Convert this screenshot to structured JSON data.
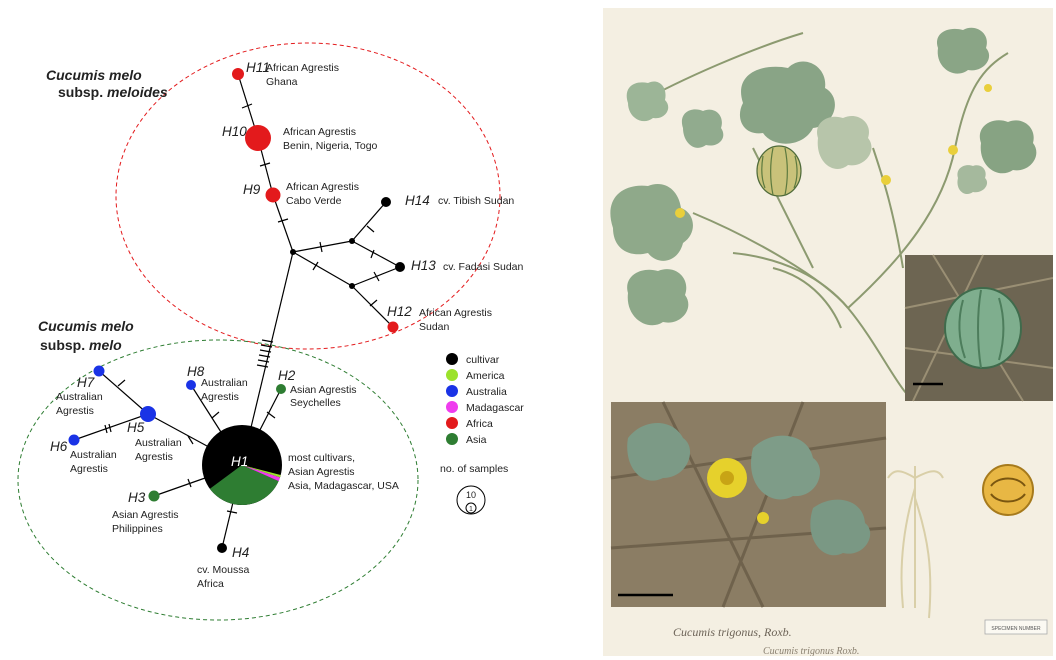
{
  "groups": {
    "meloides": {
      "line1": "Cucumis melo",
      "line2_pre": "subsp.",
      "line2_name": "meloides",
      "color": "#e31a1c"
    },
    "melo": {
      "line1": "Cucumis melo",
      "line2_pre": "subsp.",
      "line2_name": "melo",
      "color": "#2e7d32"
    }
  },
  "haplotypes": {
    "H1": {
      "id": "H1",
      "text": [
        "most cultivars,",
        "Asian Agrestis",
        "Asia, Madagascar, USA"
      ]
    },
    "H2": {
      "id": "H2",
      "text": [
        "Asian Agrestis",
        "Seychelles"
      ]
    },
    "H3": {
      "id": "H3",
      "text": [
        "Asian Agrestis",
        "Philippines"
      ]
    },
    "H4": {
      "id": "H4",
      "text": [
        "cv. Moussa",
        "Africa"
      ]
    },
    "H5": {
      "id": "H5",
      "text": [
        "Australian",
        "Agrestis"
      ]
    },
    "H6": {
      "id": "H6",
      "text": [
        "Australian",
        "Agrestis"
      ]
    },
    "H7": {
      "id": "H7",
      "text": [
        "Australian",
        "Agrestis"
      ]
    },
    "H8": {
      "id": "H8",
      "text": [
        "Australian",
        "Agrestis"
      ]
    },
    "H9": {
      "id": "H9",
      "text": [
        "African Agrestis",
        "Cabo Verde"
      ]
    },
    "H10": {
      "id": "H10",
      "text": [
        "African Agrestis",
        "Benin, Nigeria, Togo"
      ]
    },
    "H11": {
      "id": "H11",
      "text": [
        "African Agrestis",
        "Ghana"
      ]
    },
    "H12": {
      "id": "H12",
      "text": [
        "African Agrestis",
        "Sudan"
      ]
    },
    "H13": {
      "id": "H13",
      "text": [
        "cv. Fadasi Sudan"
      ]
    },
    "H14": {
      "id": "H14",
      "text": [
        "cv. Tibish Sudan"
      ]
    }
  },
  "legend": {
    "items": [
      {
        "label": "cultivar",
        "color": "#000000"
      },
      {
        "label": "America",
        "color": "#9be22b"
      },
      {
        "label": "Australia",
        "color": "#1a33e6"
      },
      {
        "label": "Madagascar",
        "color": "#ef3cee"
      },
      {
        "label": "Africa",
        "color": "#e31a1c"
      },
      {
        "label": "Asia",
        "color": "#2e7d32"
      }
    ],
    "size_title": "no. of samples",
    "size_large": "10",
    "size_small": "1"
  },
  "plate": {
    "caption": "Cucumis trigonus, Roxb.",
    "caption2": "Cucumis trigonus Roxb.",
    "specimen_label": "SPECIMEN NUMBER"
  }
}
